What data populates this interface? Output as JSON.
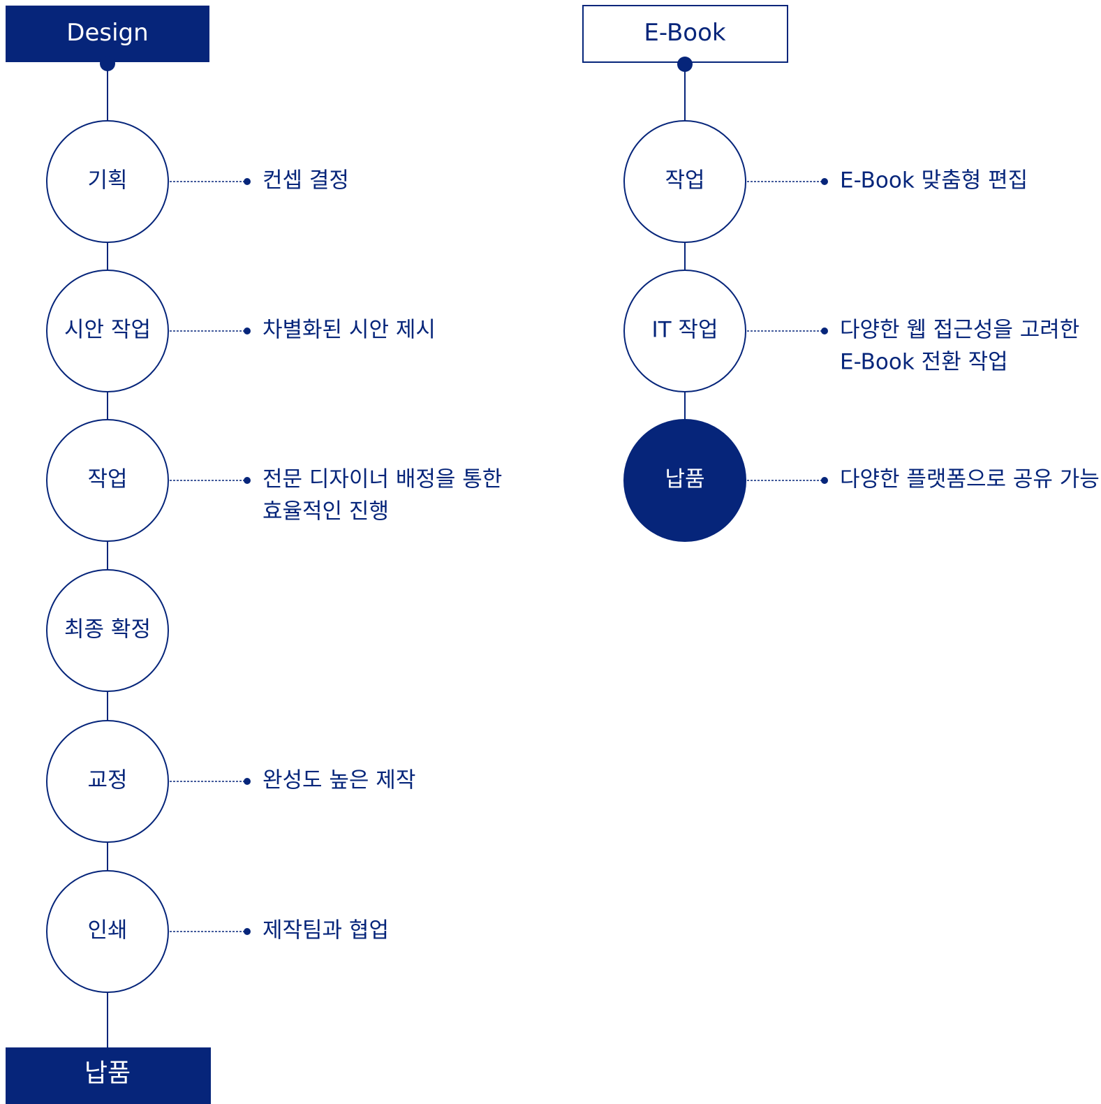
{
  "colors": {
    "accent": "#06257a",
    "background": "#ffffff",
    "on_accent": "#ffffff"
  },
  "design": {
    "header": "Design",
    "steps": [
      {
        "label": "기획",
        "desc": [
          "컨셉 결정"
        ]
      },
      {
        "label": "시안 작업",
        "desc": [
          "차별화된 시안 제시"
        ]
      },
      {
        "label": "작업",
        "desc": [
          "전문 디자이너 배정을 통한",
          "효율적인 진행"
        ]
      },
      {
        "label": "최종 확정",
        "desc": []
      },
      {
        "label": "교정",
        "desc": [
          "완성도 높은 제작"
        ]
      },
      {
        "label": "인쇄",
        "desc": [
          "제작팀과 협업"
        ]
      }
    ],
    "footer": "납품"
  },
  "ebook": {
    "header": "E-Book",
    "steps": [
      {
        "label": "작업",
        "desc": [
          "E-Book 맞춤형 편집"
        ]
      },
      {
        "label": "IT 작업",
        "desc": [
          "다양한 웹 접근성을 고려한",
          "E-Book 전환 작업"
        ]
      },
      {
        "label": "납품",
        "desc": [
          "다양한 플랫폼으로 공유 가능"
        ],
        "filled": true
      }
    ]
  }
}
